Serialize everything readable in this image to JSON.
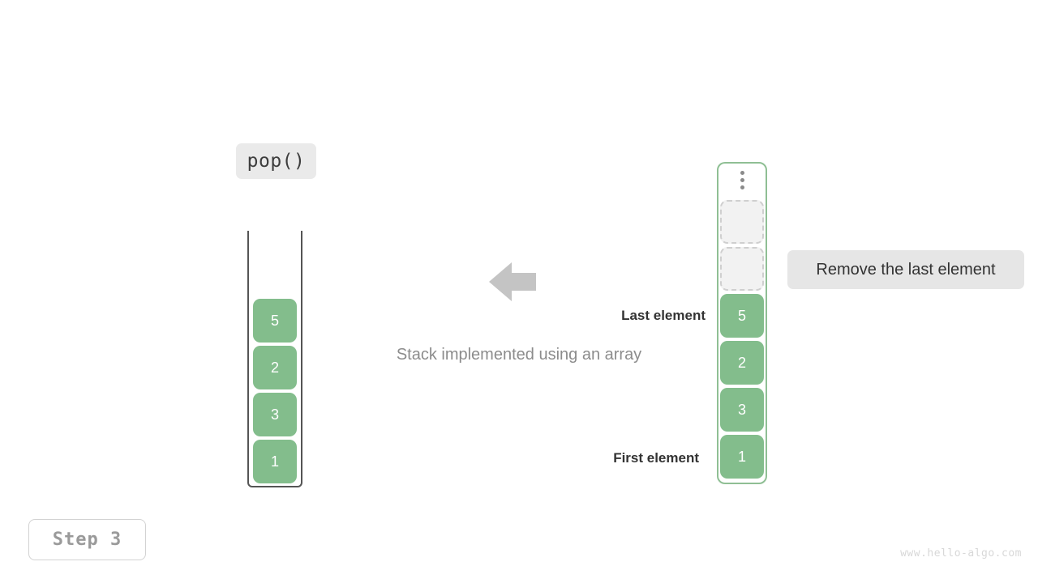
{
  "operation": {
    "label": "pop()"
  },
  "left_stack": {
    "name": "stack-before",
    "items": [
      {
        "value": "5"
      },
      {
        "value": "2"
      },
      {
        "value": "3"
      },
      {
        "value": "1"
      }
    ]
  },
  "center": {
    "arrow": "arrow-left-icon",
    "caption": "Stack implemented using an array"
  },
  "right_array": {
    "name": "array-representation",
    "ellipsis": "vertical-ellipsis-icon",
    "empty_slots": 2,
    "items": [
      {
        "value": "5"
      },
      {
        "value": "2"
      },
      {
        "value": "3"
      },
      {
        "value": "1"
      }
    ]
  },
  "labels": {
    "last_element": "Last element",
    "first_element": "First element"
  },
  "annotation": {
    "text": "Remove the last element"
  },
  "step": {
    "label": "Step 3"
  },
  "watermark": {
    "text": "www.hello-algo.com"
  },
  "colors": {
    "cell_green": "#83bd8c",
    "array_border_green": "#8fbf94",
    "badge_gray": "#eaeaea",
    "annotation_gray": "#e6e6e6",
    "caption_gray": "#8c8c8c",
    "arrow_gray": "#c4c4c4",
    "stack_frame_gray": "#555555",
    "empty_slot_border": "#cfcfcf",
    "empty_slot_fill": "#f2f2f2"
  }
}
